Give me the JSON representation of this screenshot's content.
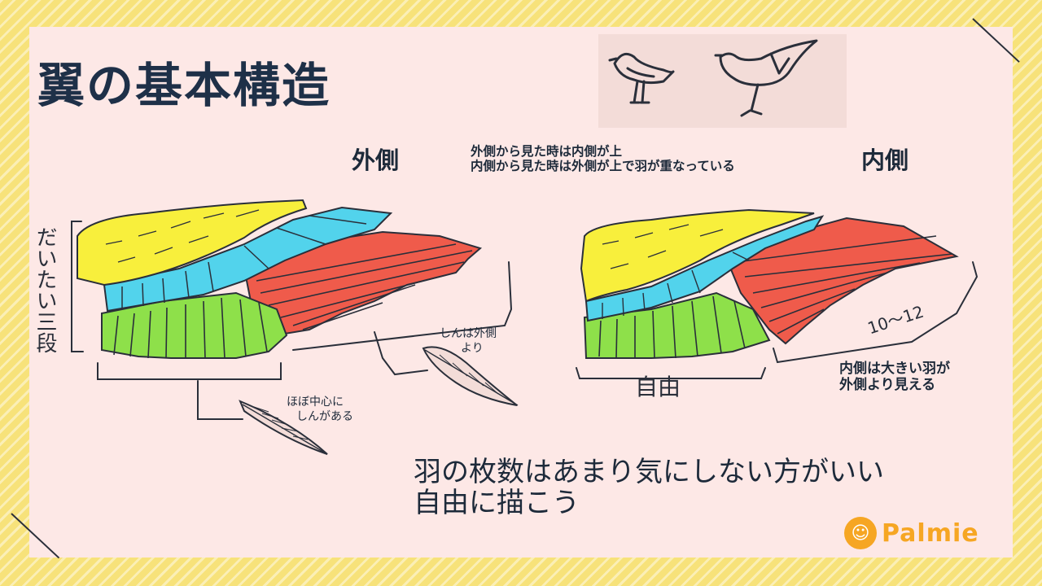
{
  "title": "翼の基本構造",
  "outer_heading": "外側",
  "inner_heading": "内側",
  "overlap_note": [
    "外側から見た時は内側が上",
    "内側から見た時は外側が上で羽が重なっている"
  ],
  "tiers_label": "だいたい三段",
  "shaft_center_note": [
    "ほぼ中心に",
    "しんがある"
  ],
  "shaft_outer_note": [
    "しんは外側",
    "より"
  ],
  "free_label": "自由",
  "count_label": "10〜12",
  "inner_visible_note": [
    "内側は大きい羽が",
    "外側より見える"
  ],
  "bottom_note": [
    "羽の枚数はあまり気にしない方がいい",
    "自由に描こう"
  ],
  "brand": "Palmie",
  "colors": {
    "coverts": "#f8ef3c",
    "secondary_coverts": "#52d3ec",
    "secondaries": "#8ee04a",
    "primaries": "#ef5b4b",
    "ink": "#2a2f3a",
    "brand": "#f6a623"
  }
}
